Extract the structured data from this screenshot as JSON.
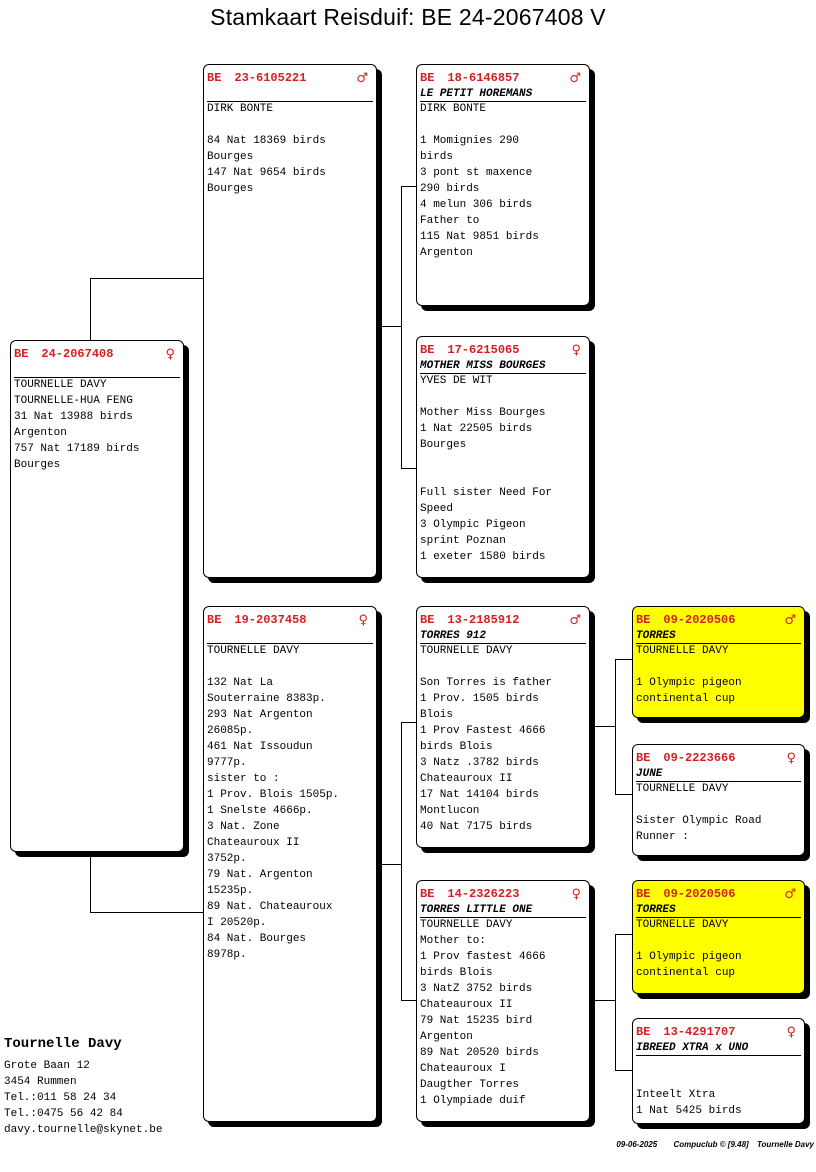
{
  "title": "Stamkaart Reisduif: BE  24-2067408 V",
  "cards": {
    "main": {
      "country": "BE",
      "ring": "24-2067408",
      "sex": "♀",
      "name": "",
      "owner": "TOURNELLE DAVY",
      "body": "TOURNELLE-HUA FENG\n31 Nat 13988 birds\nArgenton\n757 Nat 17189 birds\nBourges"
    },
    "father": {
      "country": "BE",
      "ring": "23-6105221",
      "sex": "♂",
      "name": "",
      "owner": "DIRK BONTE",
      "body": "\n84 Nat 18369 birds\nBourges\n147 Nat 9654 birds\nBourges"
    },
    "mother": {
      "country": "BE",
      "ring": "19-2037458",
      "sex": "♀",
      "name": "",
      "owner": "TOURNELLE DAVY",
      "body": "\n132 Nat La\nSouterraine 8383p.\n293 Nat Argenton\n26085p.\n461 Nat Issoudun\n9777p.\nsister to :\n1 Prov. Blois 1505p.\n1 Snelste 4666p.\n3 Nat. Zone\nChateauroux II\n3752p.\n79 Nat. Argenton\n15235p.\n89 Nat. Chateauroux\nI 20520p.\n84 Nat. Bourges\n8978p."
    },
    "ff": {
      "country": "BE",
      "ring": "18-6146857",
      "sex": "♂",
      "name": "LE PETIT HOREMANS",
      "owner": "DIRK BONTE",
      "body": "\n1 Momignies 290\nbirds\n3 pont st maxence\n290 birds\n4 melun 306 birds\nFather to\n115 Nat 9851 birds\nArgenton"
    },
    "fm": {
      "country": "BE",
      "ring": "17-6215065",
      "sex": "♀",
      "name": "MOTHER MISS BOURGES",
      "owner": "YVES DE WIT",
      "body": "\nMother Miss Bourges\n1 Nat 22505 birds\nBourges\n\n\nFull sister Need For\nSpeed\n3 Olympic Pigeon\nsprint Poznan\n1 exeter 1580 birds"
    },
    "mf": {
      "country": "BE",
      "ring": "13-2185912",
      "sex": "♂",
      "name": "TORRES 912",
      "owner": "TOURNELLE DAVY",
      "body": "\nSon Torres is father\n1 Prov. 1505 birds\nBlois\n1 Prov Fastest 4666\nbirds Blois\n3 Natz .3782 birds\nChateauroux II\n17 Nat 14104 birds\nMontlucon\n40 Nat 7175 birds"
    },
    "mm": {
      "country": "BE",
      "ring": "14-2326223",
      "sex": "♀",
      "name": "TORRES LITTLE ONE",
      "owner": "TOURNELLE DAVY",
      "body": "Mother to:\n1 Prov fastest 4666\nbirds Blois\n3 NatZ 3752 birds\nChateauroux II\n79 Nat 15235 bird\nArgenton\n89 Nat 20520 birds\nChateauroux I\nDaugther Torres\n1 Olympiade duif"
    },
    "mff": {
      "country": "BE",
      "ring": "09-2020506",
      "sex": "♂",
      "name": "TORRES",
      "owner": "TOURNELLE DAVY",
      "body": "\n1 Olympic pigeon\ncontinental cup"
    },
    "mfm": {
      "country": "BE",
      "ring": "09-2223666",
      "sex": "♀",
      "name": "JUNE",
      "owner": "TOURNELLE DAVY",
      "body": "\nSister Olympic Road\nRunner :"
    },
    "mmf": {
      "country": "BE",
      "ring": "09-2020506",
      "sex": "♂",
      "name": "TORRES",
      "owner": "TOURNELLE DAVY",
      "body": "\n1 Olympic pigeon\ncontinental cup"
    },
    "mmm": {
      "country": "BE",
      "ring": "13-4291707",
      "sex": "♀",
      "name": "IBREED XTRA  x  UNO",
      "owner": "",
      "body": "\nInteelt Xtra\n1 Nat 5425 birds"
    }
  },
  "footer": {
    "name": "Tournelle Davy",
    "address": "Grote Baan 12",
    "city": "3454  Rummen",
    "tel1": "Tel.:011 58 24 34",
    "tel2": "Tel.:0475 56 42 84",
    "email": "davy.tournelle@skynet.be",
    "date": "09-06-2025",
    "software": "Compuclub © [9.48]",
    "owner": "Tournelle Davy"
  },
  "colors": {
    "ring": "#d42020",
    "highlight": "#ffff00"
  }
}
